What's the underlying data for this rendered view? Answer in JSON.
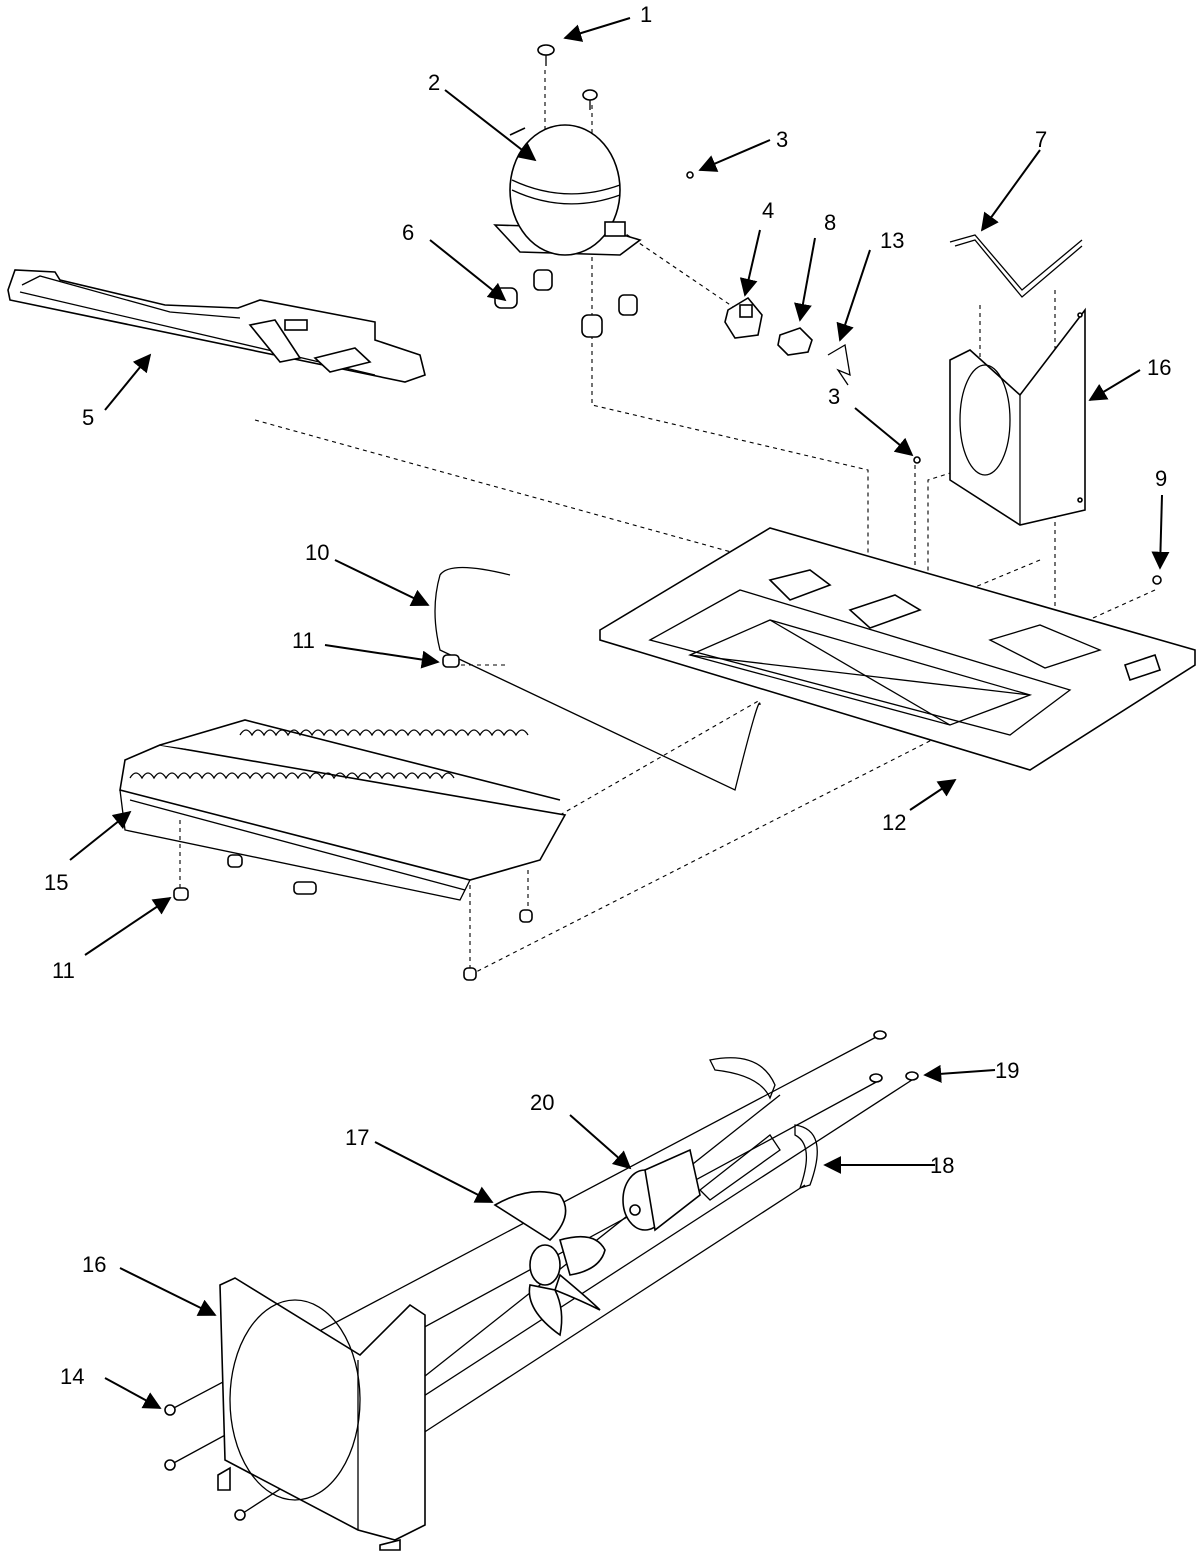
{
  "callouts": [
    {
      "id": "c1",
      "text": "1"
    },
    {
      "id": "c2",
      "text": "2"
    },
    {
      "id": "c3a",
      "text": "3"
    },
    {
      "id": "c3b",
      "text": "3"
    },
    {
      "id": "c4",
      "text": "4"
    },
    {
      "id": "c5",
      "text": "5"
    },
    {
      "id": "c6",
      "text": "6"
    },
    {
      "id": "c7",
      "text": "7"
    },
    {
      "id": "c8",
      "text": "8"
    },
    {
      "id": "c9",
      "text": "9"
    },
    {
      "id": "c10",
      "text": "10"
    },
    {
      "id": "c11a",
      "text": "11"
    },
    {
      "id": "c11b",
      "text": "11"
    },
    {
      "id": "c12",
      "text": "12"
    },
    {
      "id": "c13",
      "text": "13"
    },
    {
      "id": "c14",
      "text": "14"
    },
    {
      "id": "c15",
      "text": "15"
    },
    {
      "id": "c16a",
      "text": "16"
    },
    {
      "id": "c16b",
      "text": "16"
    },
    {
      "id": "c17",
      "text": "17"
    },
    {
      "id": "c18",
      "text": "18"
    },
    {
      "id": "c19",
      "text": "19"
    },
    {
      "id": "c20",
      "text": "20"
    }
  ]
}
